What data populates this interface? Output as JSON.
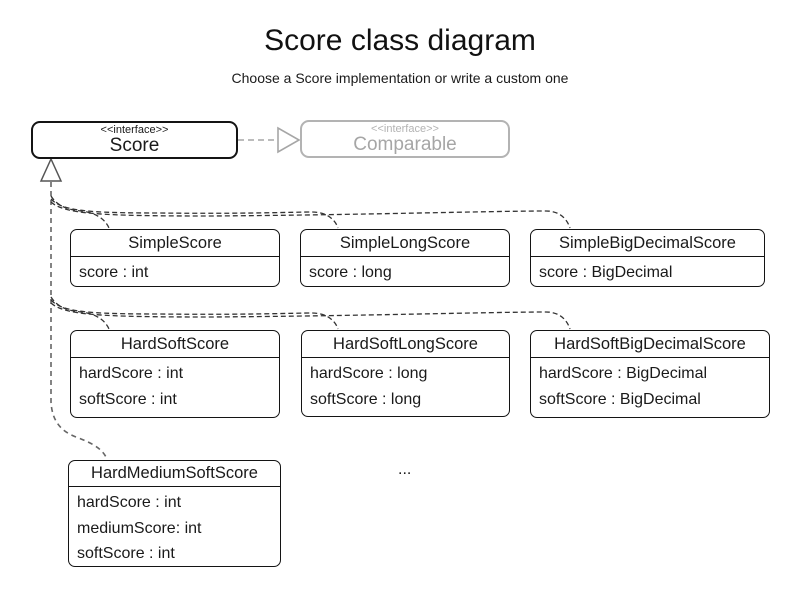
{
  "page": {
    "title": "Score class diagram",
    "subtitle": "Choose a Score implementation or write a custom one",
    "ellipsis": "..."
  },
  "interfaces": {
    "score": {
      "stereotype": "<<interface>>",
      "name": "Score"
    },
    "comparable": {
      "stereotype": "<<interface>>",
      "name": "Comparable"
    }
  },
  "classes": [
    {
      "name": "SimpleScore",
      "attributes": [
        "score : int"
      ]
    },
    {
      "name": "SimpleLongScore",
      "attributes": [
        "score : long"
      ]
    },
    {
      "name": "SimpleBigDecimalScore",
      "attributes": [
        "score : BigDecimal"
      ]
    },
    {
      "name": "HardSoftScore",
      "attributes": [
        "hardScore : int",
        "softScore : int"
      ]
    },
    {
      "name": "HardSoftLongScore",
      "attributes": [
        "hardScore : long",
        "softScore : long"
      ]
    },
    {
      "name": "HardSoftBigDecimalScore",
      "attributes": [
        "hardScore : BigDecimal",
        "softScore : BigDecimal"
      ]
    },
    {
      "name": "HardMediumSoftScore",
      "attributes": [
        "hardScore : int",
        "mediumScore: int",
        "softScore : int"
      ]
    }
  ],
  "relations": {
    "score_to_comparable": "realization",
    "classes_to_score": "realization"
  },
  "colors": {
    "box_border": "#141414",
    "muted_border": "#b3b3b3",
    "muted_text": "#a6a6a6",
    "trunk_line": "#666666",
    "branch_line": "#333333",
    "background": "#ffffff"
  }
}
